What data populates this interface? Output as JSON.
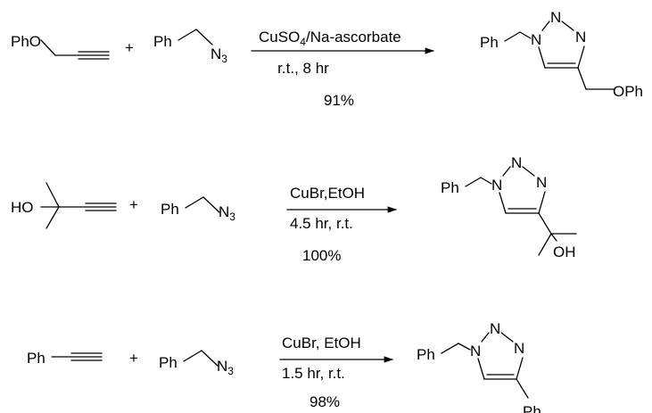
{
  "reactions": [
    {
      "reactant1": {
        "ph": "PhO"
      },
      "plus": "+",
      "reactant2": {
        "ph": "Ph",
        "n": "N",
        "sub": "3"
      },
      "conditions_top": {
        "a": "CuSO",
        "sub": "4",
        "b": "/Na-ascorbate"
      },
      "conditions_bottom": "r.t., 8 hr",
      "yield": "91%",
      "product": {
        "ph": "Ph",
        "n1": "N",
        "n2": "N",
        "n3": "N",
        "sub": "OPh"
      }
    },
    {
      "reactant1": {
        "ho": "HO"
      },
      "plus": "+",
      "reactant2": {
        "ph": "Ph",
        "n": "N",
        "sub": "3"
      },
      "conditions_top": "CuBr,EtOH",
      "conditions_bottom": "4.5 hr, r.t.",
      "yield": "100%",
      "product": {
        "ph": "Ph",
        "n1": "N",
        "n2": "N",
        "n3": "N",
        "sub": "OH"
      }
    },
    {
      "reactant1": {
        "ph": "Ph"
      },
      "plus": "+",
      "reactant2": {
        "ph": "Ph",
        "n": "N",
        "sub": "3"
      },
      "conditions_top": "CuBr, EtOH",
      "conditions_bottom": "1.5 hr, r.t.",
      "yield": "98%",
      "product": {
        "ph": "Ph",
        "n1": "N",
        "n2": "N",
        "n3": "N",
        "sub": "Ph"
      }
    }
  ]
}
